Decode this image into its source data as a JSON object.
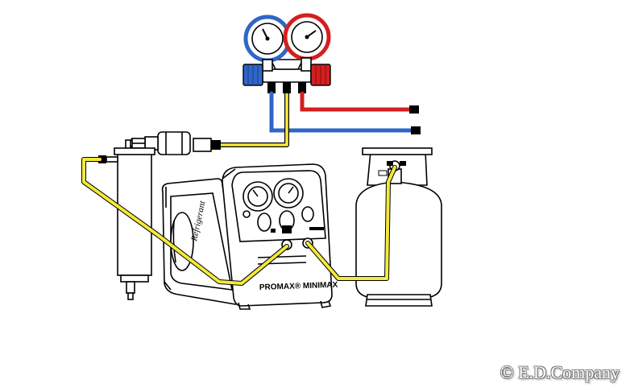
{
  "unit_label": "PROMAX® MINIMAX",
  "unit_side_script": "Refrigerant",
  "copyright": "© E.D.Company",
  "colors": {
    "low_side": "#2f66c8",
    "high_side": "#d41f1f",
    "transfer_hose": "#f4ea3a",
    "outline": "#000000",
    "background": "#ffffff"
  }
}
